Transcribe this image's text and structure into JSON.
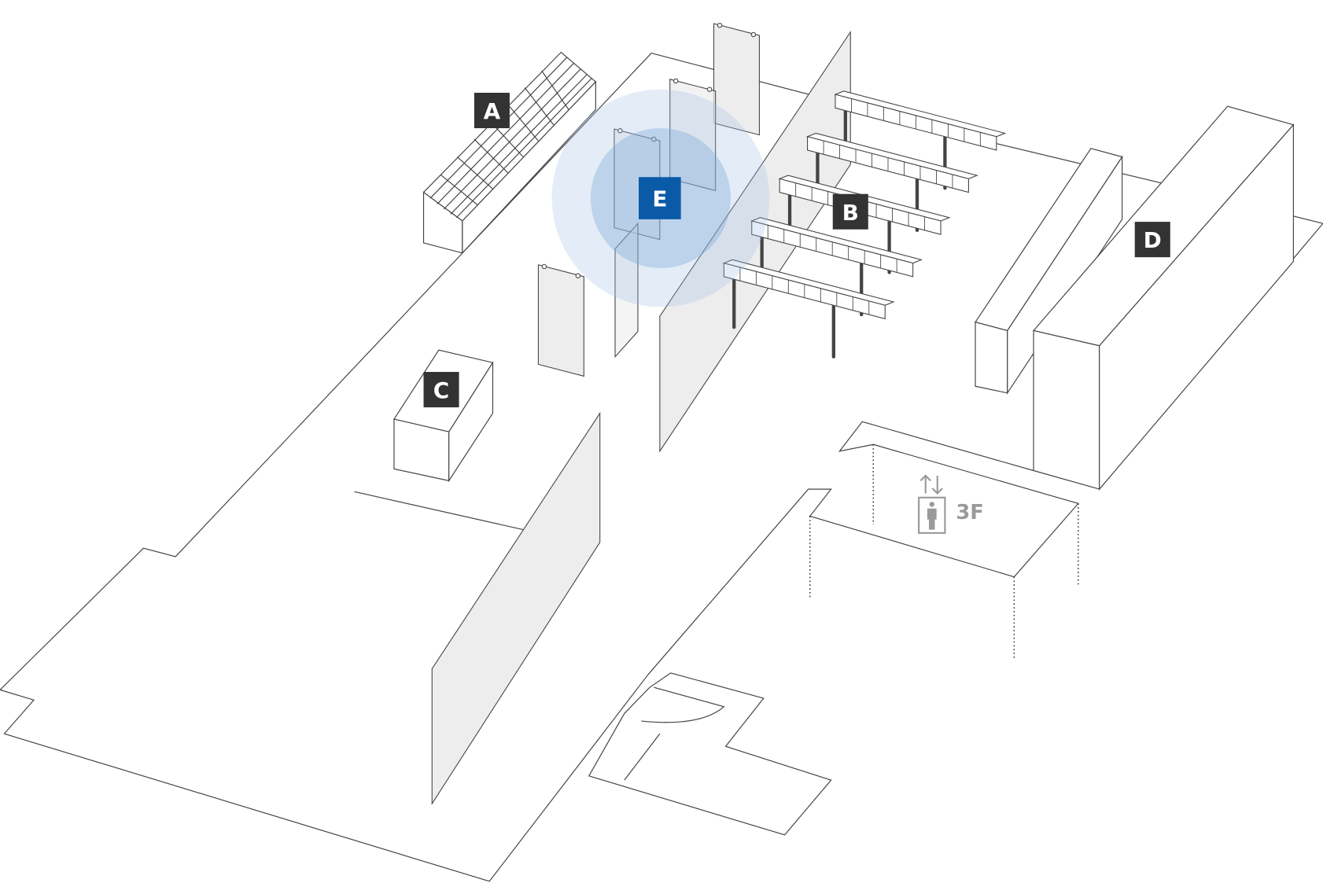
{
  "labels": {
    "a": "A",
    "b": "B",
    "c": "C",
    "d": "D",
    "e": "E"
  },
  "elevator": {
    "floor": "3F",
    "icon": "elevator-icon",
    "arrows_icon": "up-down-arrows-icon"
  },
  "colors": {
    "label_bg": "#333333",
    "highlight_bg": "#0a5aa8",
    "highlight_circle": "#9dbde3",
    "wall_fill": "#ededed",
    "elevator_gray": "#9a9a9a"
  }
}
